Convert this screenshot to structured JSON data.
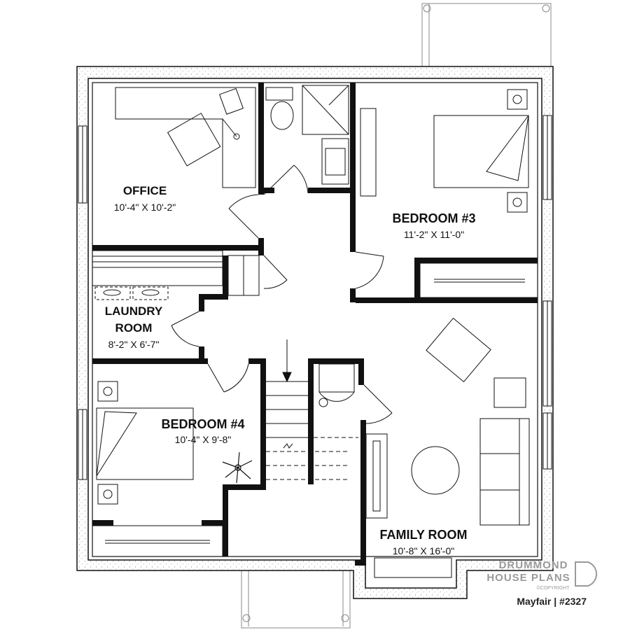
{
  "rooms": {
    "office": {
      "name": "OFFICE",
      "dims": "10'-4\" X 10'-2\""
    },
    "bedroom3": {
      "name": "BEDROOM #3",
      "dims": "11'-2\" X 11'-0\""
    },
    "laundry": {
      "name_line1": "LAUNDRY",
      "name_line2": "ROOM",
      "dims": "8'-2\" X 6'-7\""
    },
    "bedroom4": {
      "name": "BEDROOM #4",
      "dims": "10'-4\" X 9'-8\""
    },
    "family": {
      "name": "FAMILY ROOM",
      "dims": "10'-8\" X 16'-0\""
    }
  },
  "branding": {
    "line1": "DRUMMOND",
    "line2": "HOUSE PLANS",
    "copyright": "©COPYRIGHT",
    "caption": "Mayfair | #2327"
  },
  "colors": {
    "wall": "#111111",
    "concrete_dot": "#888888"
  }
}
